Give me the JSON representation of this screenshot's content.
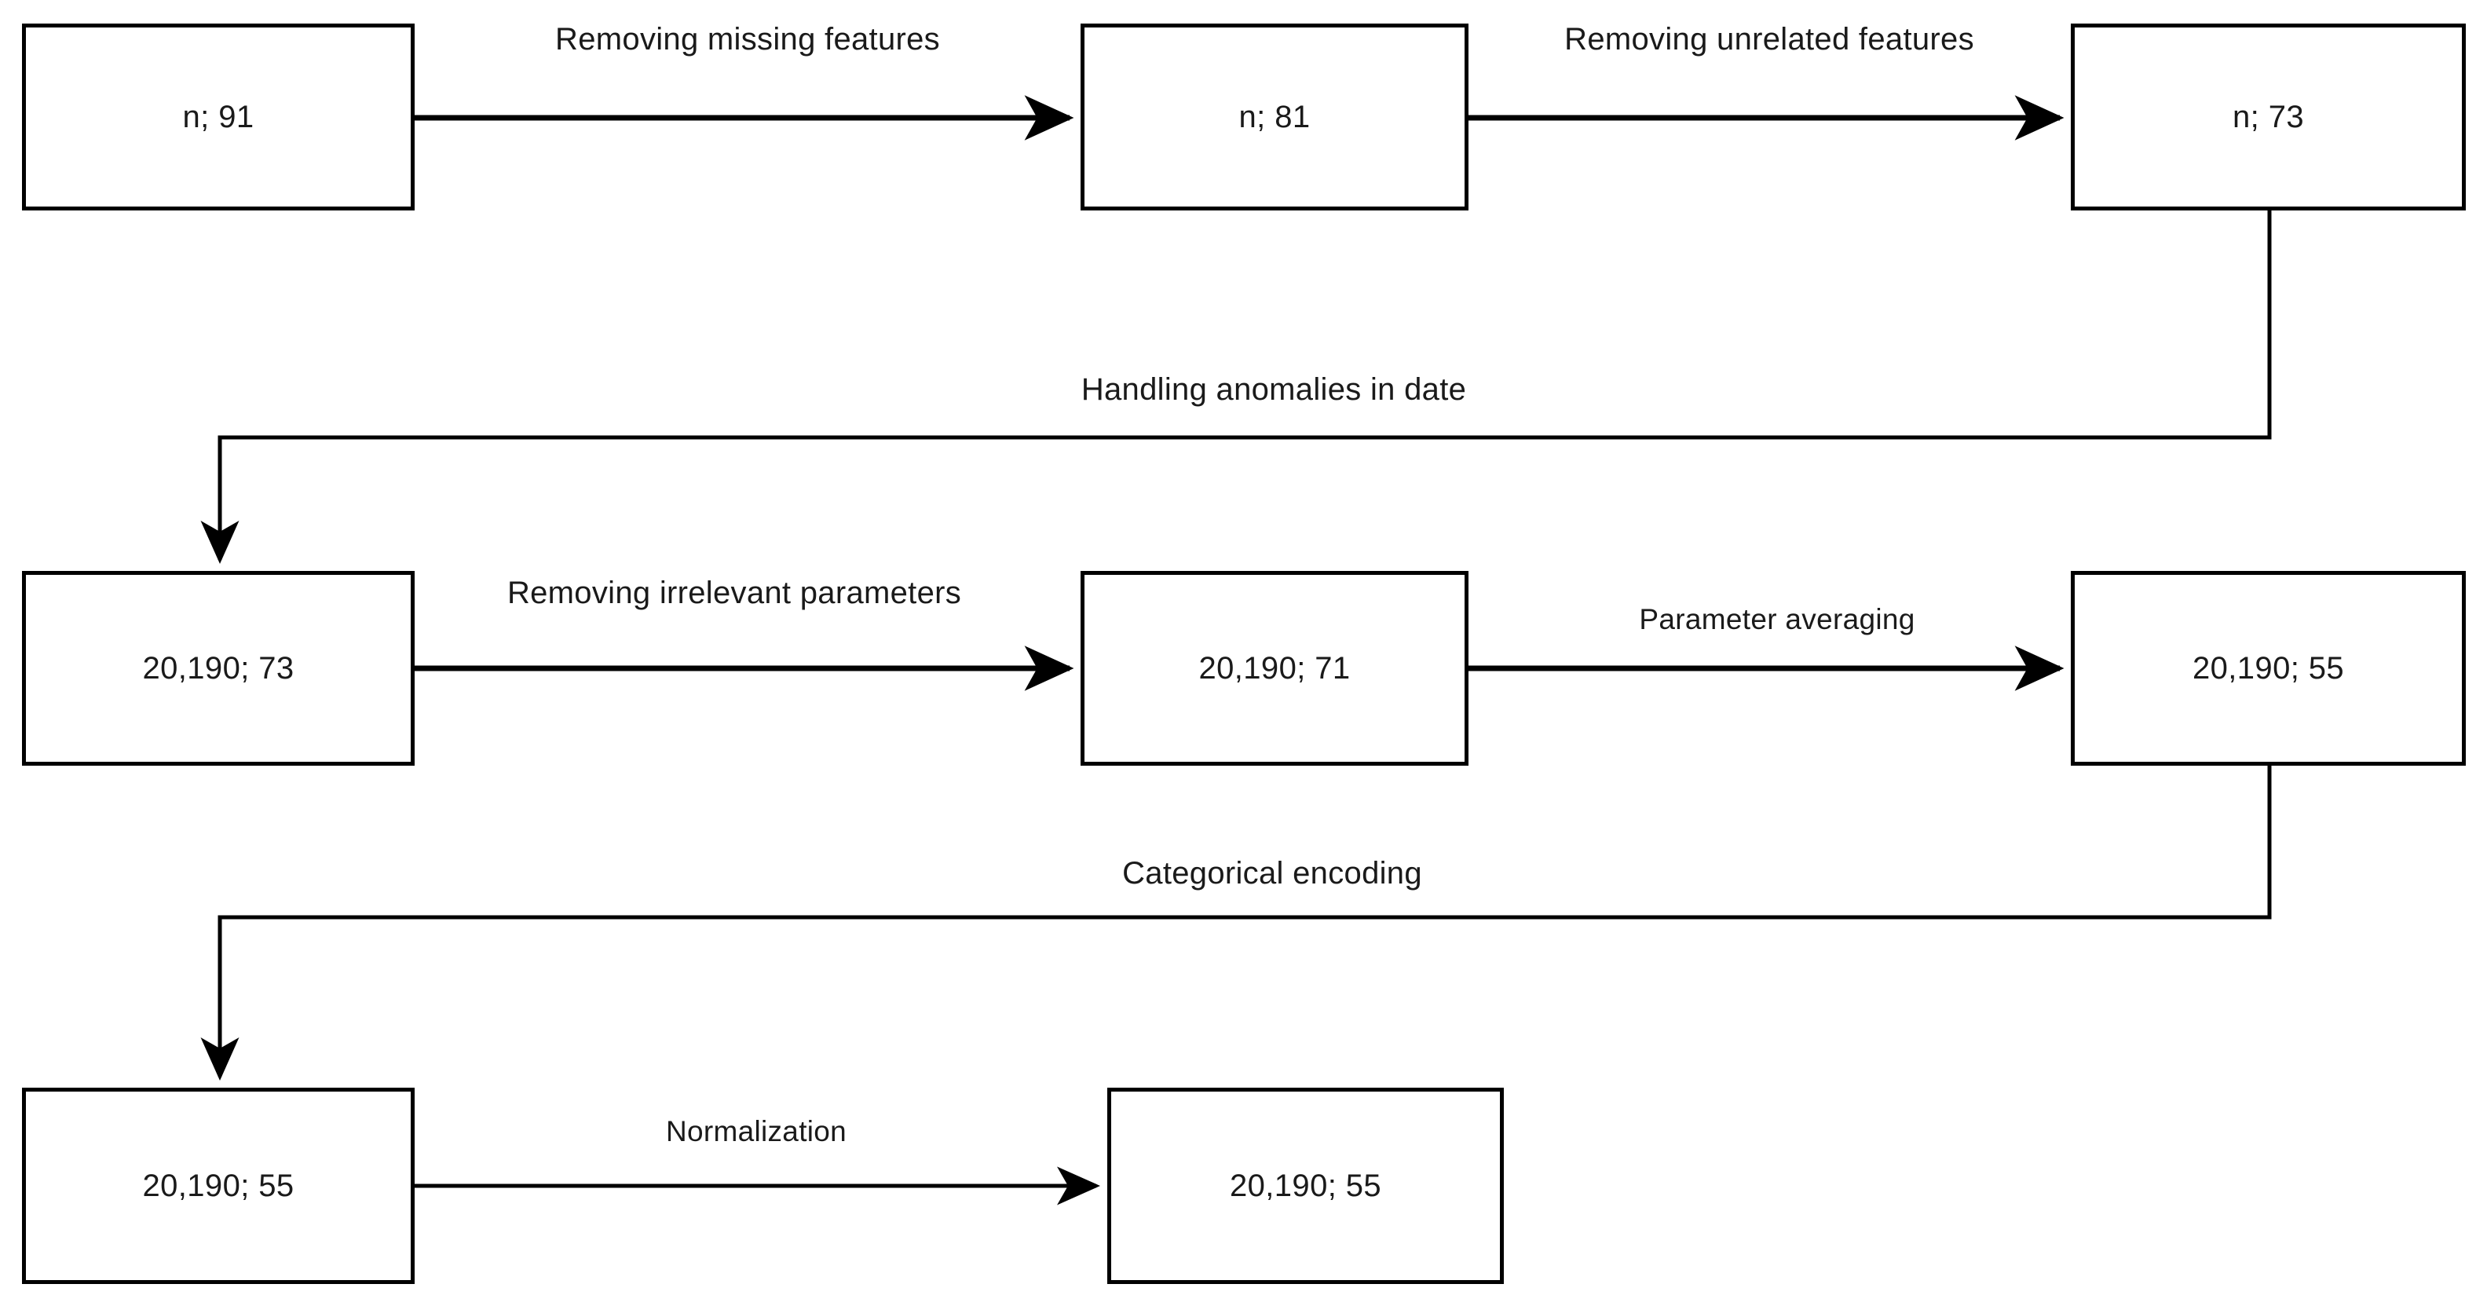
{
  "diagram": {
    "title": "Data preprocessing pipeline flowchart",
    "background_color": "#ffffff",
    "stroke_color": "#000000",
    "text_color": "#1a1a1a",
    "nodes": [
      {
        "id": "n1",
        "label": "n; 91",
        "row": 1,
        "col": 1
      },
      {
        "id": "n2",
        "label": "n; 81",
        "row": 1,
        "col": 2
      },
      {
        "id": "n3",
        "label": "n; 73",
        "row": 1,
        "col": 3
      },
      {
        "id": "n4",
        "label": "20,190; 73",
        "row": 2,
        "col": 1
      },
      {
        "id": "n5",
        "label": "20,190; 71",
        "row": 2,
        "col": 2
      },
      {
        "id": "n6",
        "label": "20,190; 55",
        "row": 2,
        "col": 3
      },
      {
        "id": "n7",
        "label": "20,190; 55",
        "row": 3,
        "col": 1
      },
      {
        "id": "n8",
        "label": "20,190; 55",
        "row": 3,
        "col": 2
      }
    ],
    "edges": [
      {
        "id": "e1",
        "from": "n1",
        "to": "n2",
        "label": "Removing missing features",
        "kind": "straight"
      },
      {
        "id": "e2",
        "from": "n2",
        "to": "n3",
        "label": "Removing unrelated features",
        "kind": "straight"
      },
      {
        "id": "e3",
        "from": "n3",
        "to": "n4",
        "label": "Handling anomalies in date",
        "kind": "elbow"
      },
      {
        "id": "e4",
        "from": "n4",
        "to": "n5",
        "label": "Removing irrelevant parameters",
        "kind": "straight"
      },
      {
        "id": "e5",
        "from": "n5",
        "to": "n6",
        "label": "Parameter averaging",
        "kind": "straight"
      },
      {
        "id": "e6",
        "from": "n6",
        "to": "n7",
        "label": "Categorical encoding",
        "kind": "elbow"
      },
      {
        "id": "e7",
        "from": "n7",
        "to": "n8",
        "label": "Normalization",
        "kind": "straight"
      }
    ]
  }
}
